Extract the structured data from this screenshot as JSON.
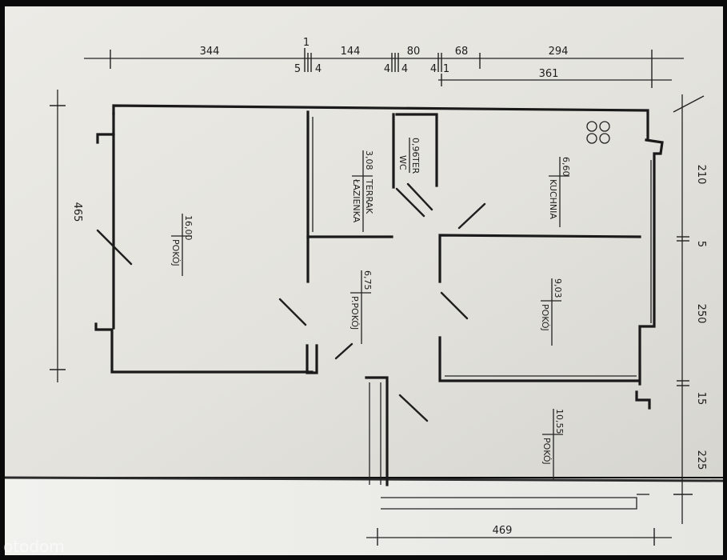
{
  "dimensions": {
    "top": [
      "344",
      "144",
      "80",
      "68",
      "294"
    ],
    "top_small": [
      "1",
      "5",
      "4",
      "4",
      "4",
      "4",
      "1"
    ],
    "top_second": "361",
    "left": "465",
    "right": [
      "210",
      "5",
      "250",
      "15",
      "225"
    ],
    "bottom": "469"
  },
  "rooms": [
    {
      "name": "POKÓJ",
      "area": "16,00"
    },
    {
      "name": "ŁAZIENKA",
      "area": "3,08",
      "extra": "TERRAK"
    },
    {
      "name": "WC",
      "area": "0,96",
      "extra": "TER"
    },
    {
      "name": "KUCHNIA",
      "area": "6,60"
    },
    {
      "name": "P.POKÓJ",
      "area": "6,75"
    },
    {
      "name": "POKÓJ",
      "area": "9,03"
    },
    {
      "name": "POKÓJ",
      "area": "10,55"
    }
  ],
  "watermark": "otodom"
}
